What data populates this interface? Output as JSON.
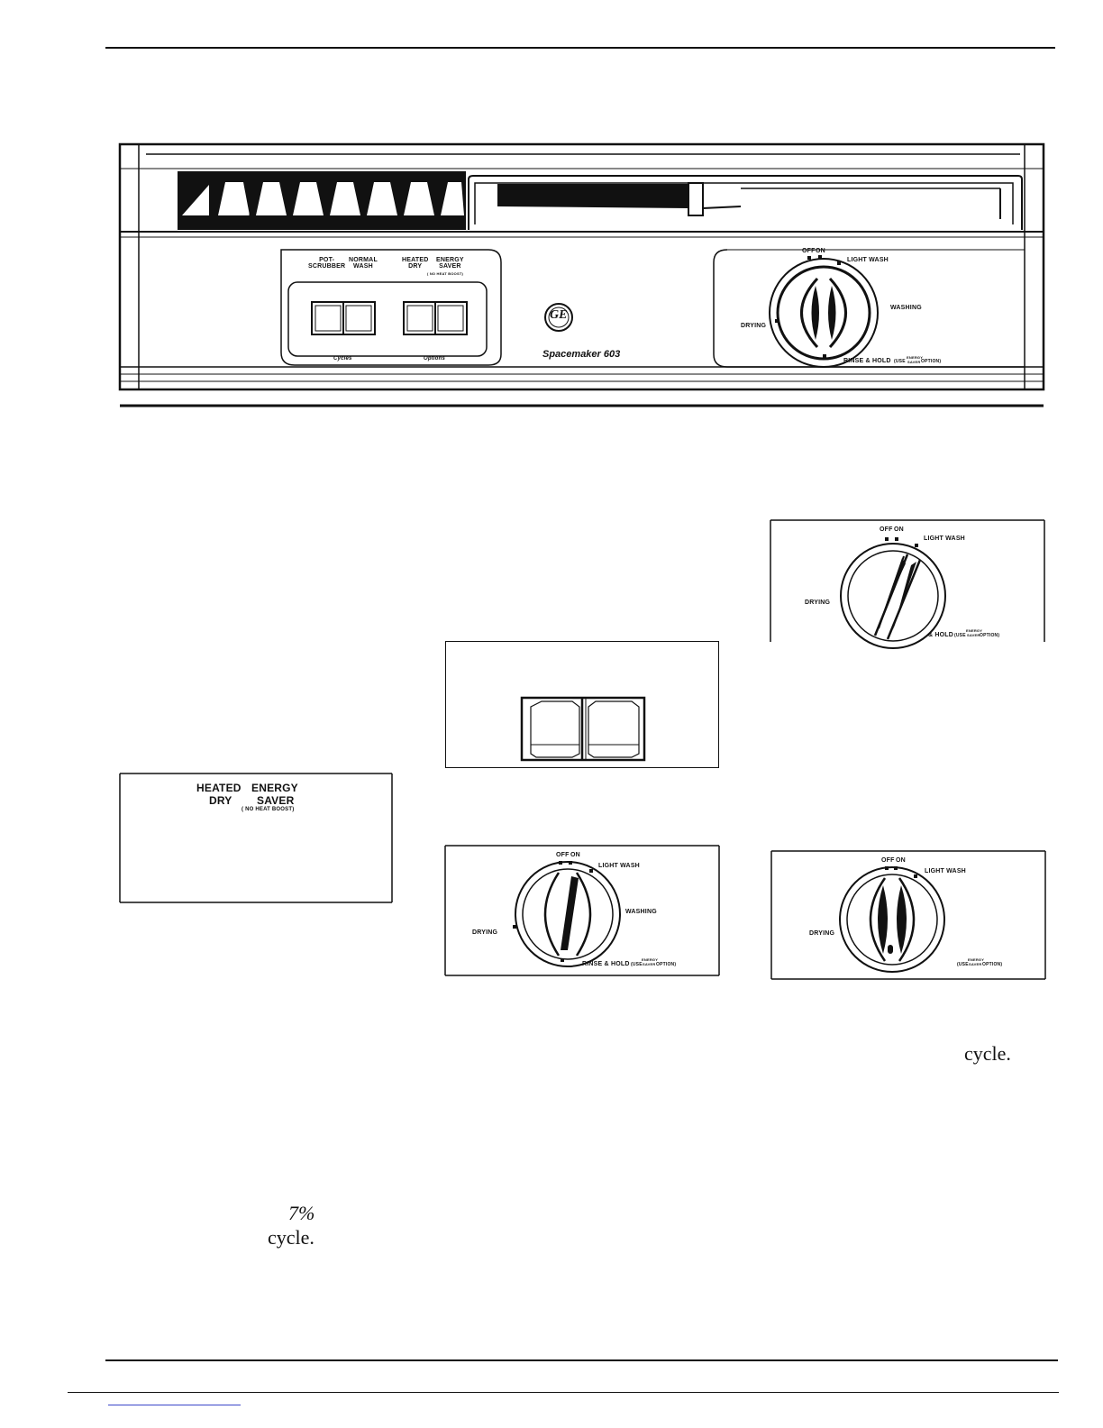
{
  "panel": {
    "cycles_labels": {
      "pot_scrubber": "POT-\nSCRUBBER",
      "pot": "POT-",
      "scrubber": "SCRUBBER",
      "normal": "NORMAL",
      "wash": "WASH"
    },
    "options_labels": {
      "heated": "HEATED",
      "energy": "ENERGY",
      "dry": "DRY",
      "saver": "SAVER",
      "no_heat_boost": "( NO HEAT BOOST)"
    },
    "cycles_caption": "Cycles",
    "options_caption": "Options",
    "brand_logo": "GE",
    "model_name": "Spacemaker 603"
  },
  "dial": {
    "off": "OFF",
    "on": "ON",
    "light_wash": "LIGHT WASH",
    "washing": "WASHING",
    "drying": "DRYING",
    "rinse_hold": "RINSE & HOLD",
    "rinse_hold_partial": "& HOLD",
    "use": "(USE",
    "energy": "ENERGY",
    "saver": "SAVER",
    "option": "OPTION)"
  },
  "options_detail": {
    "heated": "HEATED",
    "energy": "ENERGY",
    "dry": "DRY",
    "saver": "SAVER",
    "no_heat_boost": "( NO HEAT BOOST)"
  },
  "text_fragments": {
    "cycle_right": "cycle.",
    "percent": "7%",
    "cycle_left": "cycle."
  }
}
